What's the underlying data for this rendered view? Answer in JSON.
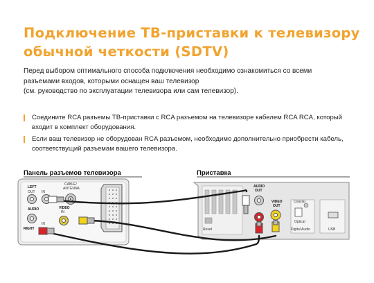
{
  "title_line1": "Подключение ТВ-приставки к телевизору",
  "title_line2": "обычной четкости (SDTV)",
  "intro": [
    "Перед выбором оптимального способа подключения необходимо ознакомиться со всеми",
    "разъемами входов, которыми оснащен ваш телевизор",
    "(см. руководство по эксплуатации телевизора или сам телевизор)."
  ],
  "bullets": [
    [
      "Соедините RCA разъемы ТВ-приставки с RCA разъемом на телевизоре кабелем RCA  RCA, который",
      "входит в комплект оборудования."
    ],
    [
      "Если ваш телевизор не оборудован RCA разъемом, необходимо дополнительно приобрести кабель,",
      "соответствущий разъемам вашего телевизора."
    ]
  ],
  "diagram": {
    "tv_label": "Панель разъемов телевизора",
    "box_label": "Приставка",
    "tv": {
      "left": "LEFT",
      "out": "OUT",
      "in": "IN",
      "audio": "AUDIO",
      "right": "RIGHT",
      "cable": "CABLE/",
      "antenna": "ANTENNA",
      "video": "VIDEO",
      "in2": "IN",
      "in3": "IN"
    },
    "box": {
      "audio_out": "AUDIO",
      "audio_out2": "OUT",
      "video_out": "VIDEO",
      "video_out2": "OUT",
      "reset": "Reset",
      "coaxial": "Coaxial",
      "optical": "Optical",
      "digital_audio": "Digital Audio",
      "usb": "USB"
    },
    "colors": {
      "accent": "#f0a430",
      "yellow_plug": "#f2d21a",
      "red_plug": "#d9232a",
      "white_plug": "#ffffff",
      "cable": "#1a1a1a"
    }
  }
}
